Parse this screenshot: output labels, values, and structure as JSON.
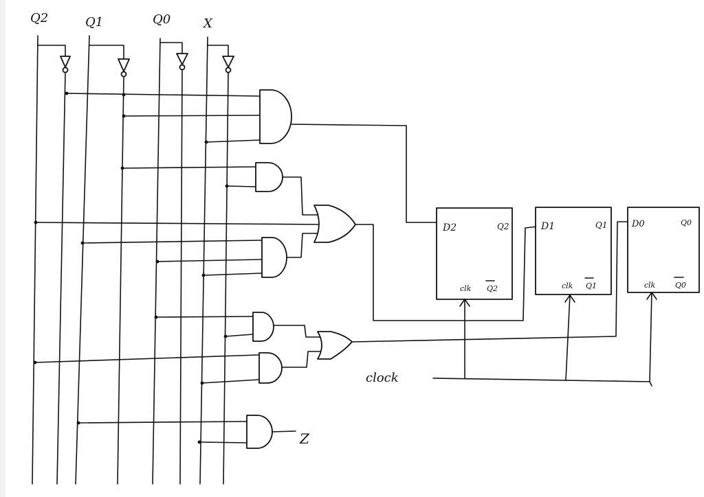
{
  "inputs": {
    "q2": "Q2",
    "q1": "Q1",
    "q0": "Q0",
    "x": "X"
  },
  "flip_flops": [
    {
      "d": "D2",
      "q": "Q2",
      "qbar": "Q2",
      "clk": "clk"
    },
    {
      "d": "D1",
      "q": "Q1",
      "qbar": "Q1",
      "clk": "clk"
    },
    {
      "d": "D0",
      "q": "Q0",
      "qbar": "Q0",
      "clk": "clk"
    }
  ],
  "clock_label": "clock",
  "output_label": "Z",
  "colors": {
    "ink": "#111111",
    "paper": "#ffffff"
  }
}
